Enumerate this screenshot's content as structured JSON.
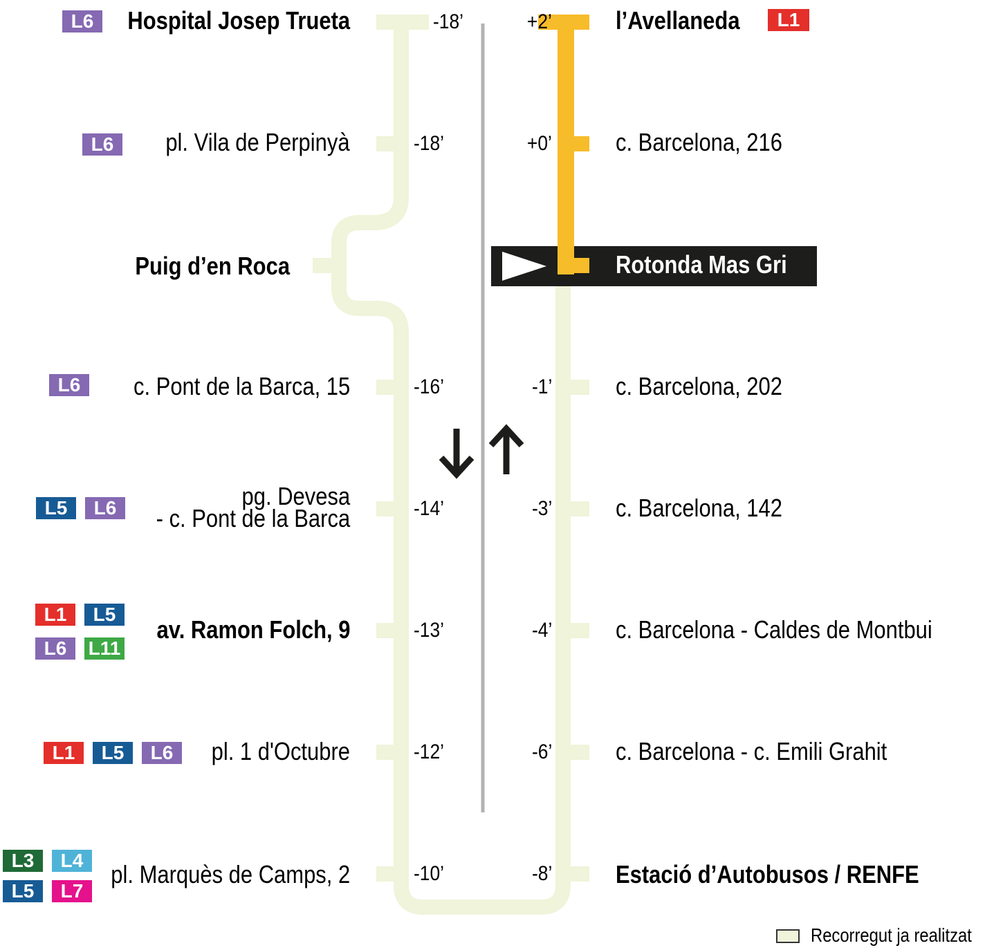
{
  "colors": {
    "traveled": "#eff4da",
    "remaining": "#f7bc2a",
    "current_bg": "#1d1d1b",
    "L1": "#e42f2b",
    "L3": "#1f6a36",
    "L4": "#4fb3d8",
    "L5": "#175b95",
    "L6": "#8569b2",
    "L7": "#e5128b",
    "L11": "#3ea945"
  },
  "outbound": [
    {
      "name": "Hospital Josep Trueta",
      "time": "-18’",
      "bold": true,
      "lines": [
        "L6"
      ]
    },
    {
      "name": "pl. Vila de Perpinyà",
      "time": "-18’",
      "bold": false,
      "lines": [
        "L6"
      ]
    },
    {
      "name": "Puig d’en Roca",
      "time": "",
      "bold": true,
      "lines": []
    },
    {
      "name": "c. Pont de la Barca, 15",
      "time": "-16’",
      "bold": false,
      "lines": [
        "L6"
      ]
    },
    {
      "name": "pg. Devesa",
      "name_line2": "- c. Pont de la Barca",
      "time": "-14’",
      "bold": false,
      "lines": [
        "L5",
        "L6"
      ]
    },
    {
      "name": "av. Ramon Folch, 9",
      "time": "-13’",
      "bold": true,
      "lines": [
        "L1",
        "L5",
        "L6",
        "L11"
      ]
    },
    {
      "name": "pl. 1 d'Octubre",
      "time": "-12’",
      "bold": false,
      "lines": [
        "L1",
        "L5",
        "L6"
      ]
    },
    {
      "name": "pl. Marquès de Camps, 2",
      "time": "-10’",
      "bold": false,
      "lines": [
        "L3",
        "L4",
        "L5",
        "L7"
      ]
    }
  ],
  "inbound": [
    {
      "name": "l’Avellaneda",
      "time": "+2’",
      "bold": true,
      "lines": [
        "L1"
      ]
    },
    {
      "name": "c. Barcelona, 216",
      "time": "+0’",
      "bold": false,
      "lines": []
    },
    {
      "name": "Rotonda Mas Gri",
      "time": "",
      "bold": true,
      "current": true,
      "lines": []
    },
    {
      "name": "c. Barcelona, 202",
      "time": "-1’",
      "bold": false,
      "lines": []
    },
    {
      "name": "c. Barcelona, 142",
      "time": "-3’",
      "bold": false,
      "lines": []
    },
    {
      "name": "c. Barcelona - Caldes de Montbui",
      "time": "-4’",
      "bold": false,
      "lines": []
    },
    {
      "name": "c. Barcelona - c. Emili Grahit",
      "time": "-6’",
      "bold": false,
      "lines": []
    },
    {
      "name": "Estació d’Autobusos / RENFE",
      "time": "-8’",
      "bold": true,
      "lines": []
    }
  ],
  "legend": {
    "label": "Recorregut ja realitzat"
  }
}
